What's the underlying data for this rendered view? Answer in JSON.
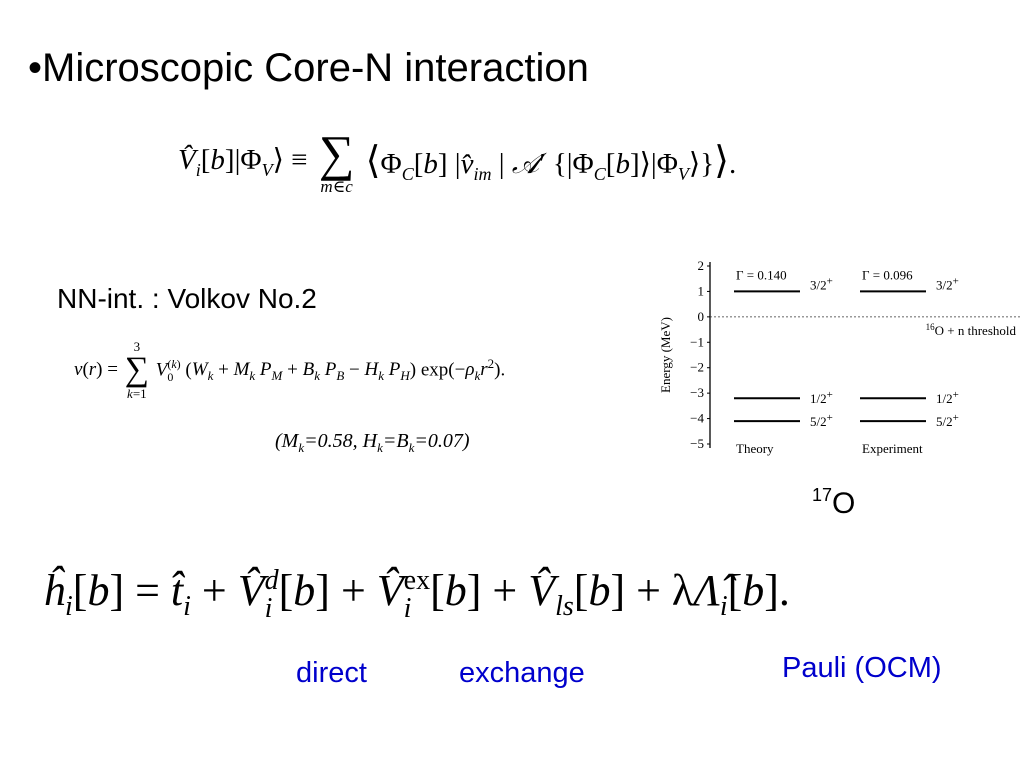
{
  "slide": {
    "title": "•Microscopic Core-N interaction",
    "nn_label": "NN-int. : Volkov No.2",
    "params": "(Mk=0.58, Hk=Bk=0.07)",
    "isotope": {
      "mass": "17",
      "symbol": "O"
    },
    "labels": {
      "direct": "direct",
      "exchange": "exchange",
      "pauli": "Pauli (OCM)"
    },
    "equations": {
      "core_potential": "V̂i[b]|ΦV⟩ ≡ Σ m∈c ⟨ΦC[b] |v̂im | A′ {|ΦC[b]⟩|ΦV⟩}⟩.",
      "volkov": "v(r) = Σ k=1..3 V0(k) (Wk + Mk PM + Bk PB − Hk PH) exp(−ρk r²).",
      "hamiltonian": "ĥi[b] = t̂i + V̂i^d[b] + V̂i^ex[b] + V̂ls[b] + λΛ̂i[b]."
    }
  },
  "chart_data": {
    "type": "level-scheme",
    "ylabel": "Energy (MeV)",
    "ylim": [
      -5,
      2
    ],
    "yticks": [
      2,
      1,
      0,
      -1,
      -2,
      -3,
      -4,
      -5
    ],
    "ytick_labels": [
      "2",
      "1",
      "0",
      "−1",
      "−2",
      "−3",
      "−4",
      "−5"
    ],
    "threshold": {
      "energy": 0,
      "label": "16O + n threshold",
      "label_mass": "16",
      "label_text": "O + n   threshold"
    },
    "columns": [
      {
        "name": "Theory",
        "levels": [
          {
            "energy": 1.0,
            "jp": "3/2+",
            "width": "Γ = 0.140"
          },
          {
            "energy": -3.2,
            "jp": "1/2+"
          },
          {
            "energy": -4.1,
            "jp": "5/2+"
          }
        ]
      },
      {
        "name": "Experiment",
        "levels": [
          {
            "energy": 1.0,
            "jp": "3/2+",
            "width": "Γ = 0.096"
          },
          {
            "energy": -3.2,
            "jp": "1/2+"
          },
          {
            "energy": -4.1,
            "jp": "5/2+"
          }
        ]
      }
    ]
  }
}
